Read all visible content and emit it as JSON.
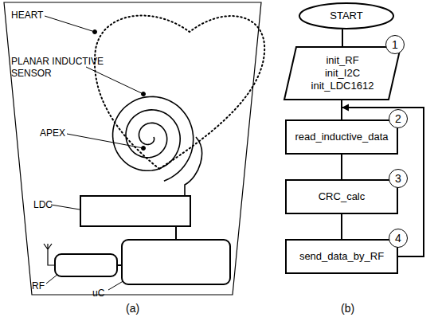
{
  "diagram": {
    "nodes": [
      {
        "text": [
          "LDC"
        ]
      },
      {
        "text": [
          "RF"
        ]
      },
      {
        "text": [
          "uC"
        ]
      },
      {
        "text": [
          "START"
        ]
      },
      {
        "text": [
          "init_RF",
          "init_I2C",
          "init_LDC1612"
        ]
      },
      {
        "text": [
          "read_inductive_data"
        ]
      },
      {
        "text": [
          "CRC_calc"
        ]
      },
      {
        "text": [
          "send_data_by_RF"
        ]
      }
    ],
    "edges": [
      {
        "from": 0,
        "to": 2,
        "arrow": "none"
      },
      {
        "from": 1,
        "to": 2,
        "arrow": "none"
      },
      {
        "from": 3,
        "to": 4,
        "arrow": "none"
      },
      {
        "from": 4,
        "to": 5,
        "arrow": "none"
      },
      {
        "from": 5,
        "to": 6,
        "arrow": "none"
      },
      {
        "from": 6,
        "to": 7,
        "arrow": "none"
      },
      {
        "from": 7,
        "to": 5,
        "arrow": "to"
      }
    ],
    "labels": [
      "HEART",
      "PLANAR INDUCTIVE SENSOR",
      "APEX",
      "(a)",
      "1",
      "2",
      "3",
      "4",
      "(b)"
    ]
  }
}
